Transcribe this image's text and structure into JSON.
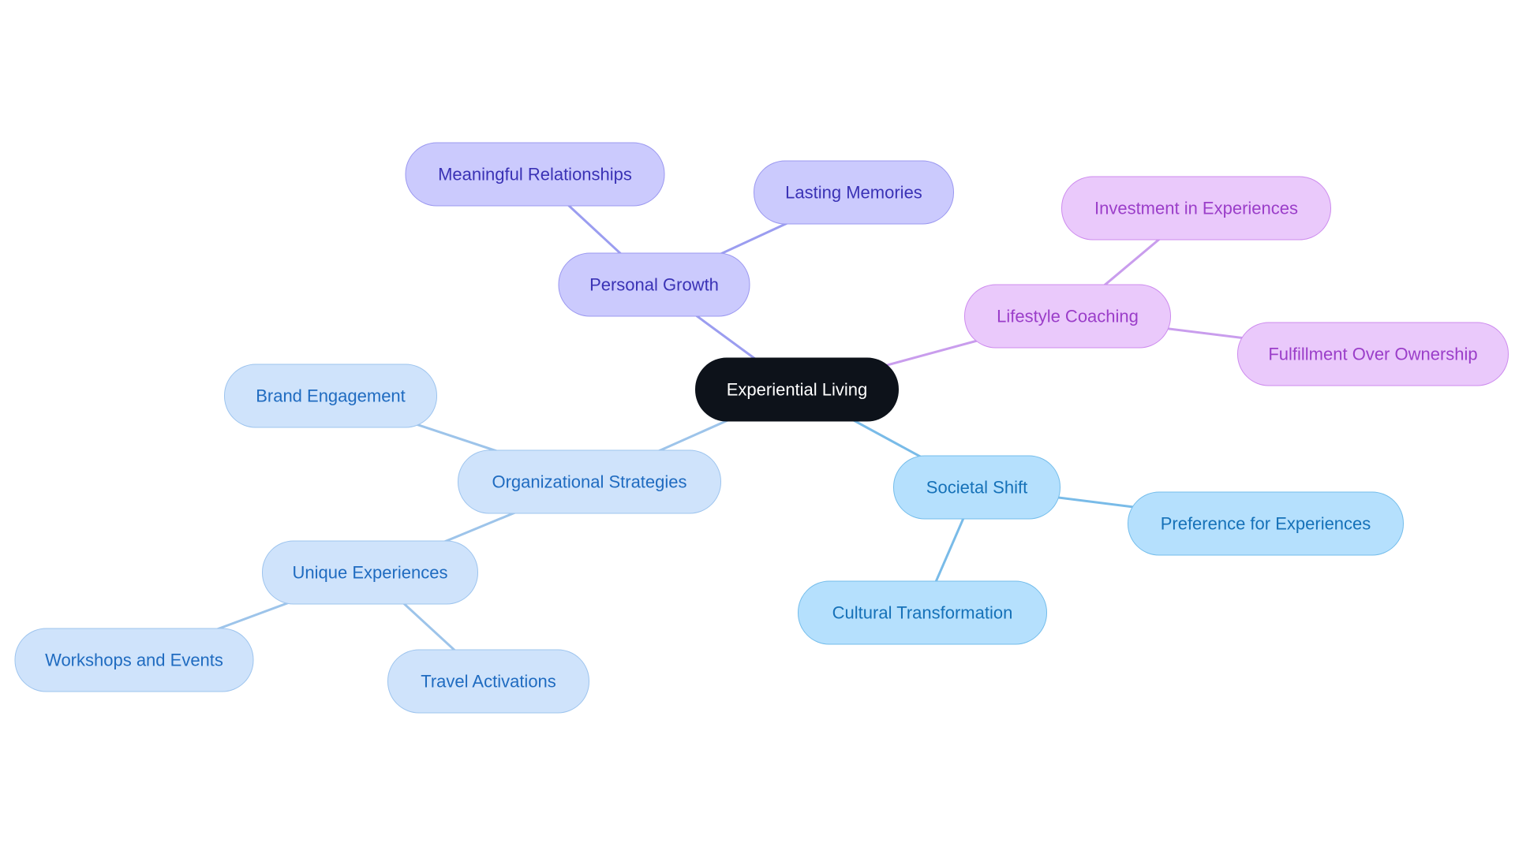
{
  "colors": {
    "root_fill": "#0d121a",
    "root_text": "#ffffff",
    "personal_growth": {
      "fill": "#cbcafd",
      "stroke": "#9b98f0",
      "text": "#3a32b5",
      "link": "#9b9df0"
    },
    "lifestyle_coaching": {
      "fill": "#eac9fb",
      "stroke": "#cd8bee",
      "text": "#9b3ec9",
      "link": "#c99ded"
    },
    "organizational_strategies": {
      "fill": "#cfe3fb",
      "stroke": "#9dc4ee",
      "text": "#1f6bc0",
      "link": "#9dc4ea"
    },
    "societal_shift": {
      "fill": "#b5e0fd",
      "stroke": "#74bdeb",
      "text": "#1571b8",
      "link": "#79bbe8"
    }
  },
  "root": {
    "label": "Experiential Living"
  },
  "branches": [
    {
      "key": "personal_growth",
      "label": "Personal Growth",
      "children": [
        {
          "label": "Meaningful Relationships"
        },
        {
          "label": "Lasting Memories"
        }
      ]
    },
    {
      "key": "lifestyle_coaching",
      "label": "Lifestyle Coaching",
      "children": [
        {
          "label": "Investment in Experiences"
        },
        {
          "label": "Fulfillment Over Ownership"
        }
      ]
    },
    {
      "key": "organizational_strategies",
      "label": "Organizational Strategies",
      "children": [
        {
          "label": "Brand Engagement"
        },
        {
          "label": "Unique Experiences",
          "children": [
            {
              "label": "Workshops and Events"
            },
            {
              "label": "Travel Activations"
            }
          ]
        }
      ]
    },
    {
      "key": "societal_shift",
      "label": "Societal Shift",
      "children": [
        {
          "label": "Preference for Experiences"
        },
        {
          "label": "Cultural Transformation"
        }
      ]
    }
  ]
}
